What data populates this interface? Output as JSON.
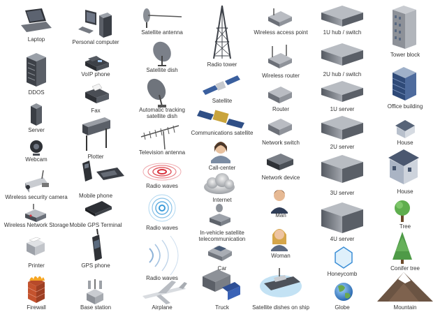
{
  "items": [
    {
      "id": "laptop",
      "label": "Laptop",
      "icon": "laptop-icon"
    },
    {
      "id": "ddos",
      "label": "DDOS",
      "icon": "server-rack-icon"
    },
    {
      "id": "server",
      "label": "Server",
      "icon": "tower-server-icon"
    },
    {
      "id": "webcam",
      "label": "Webcam",
      "icon": "webcam-icon"
    },
    {
      "id": "wireless-security-camera",
      "label": "Wireless security camera",
      "icon": "security-camera-icon"
    },
    {
      "id": "wireless-network-storage",
      "label": "Wireless Network Storage",
      "icon": "network-storage-icon"
    },
    {
      "id": "printer",
      "label": "Printer",
      "icon": "printer-icon"
    },
    {
      "id": "firewall",
      "label": "Firewall",
      "icon": "firewall-icon"
    },
    {
      "id": "personal-computer",
      "label": "Personal computer",
      "icon": "personal-computer-icon"
    },
    {
      "id": "voip-phone",
      "label": "VoIP phone",
      "icon": "voip-phone-icon"
    },
    {
      "id": "fax",
      "label": "Fax",
      "icon": "fax-icon"
    },
    {
      "id": "plotter",
      "label": "Plotter",
      "icon": "plotter-icon"
    },
    {
      "id": "mobile-phone",
      "label": "Mobile phone",
      "icon": "mobile-phone-icon"
    },
    {
      "id": "mobile-gps-terminal",
      "label": "Mobile GPS Terminal",
      "icon": "gps-terminal-icon"
    },
    {
      "id": "gps-phone",
      "label": "GPS phone",
      "icon": "gps-phone-icon"
    },
    {
      "id": "base-station",
      "label": "Base station",
      "icon": "base-station-icon"
    },
    {
      "id": "satellite-antenna",
      "label": "Satellite antenna",
      "icon": "satellite-antenna-icon"
    },
    {
      "id": "satellite-dish",
      "label": "Satellite dish",
      "icon": "satellite-dish-icon"
    },
    {
      "id": "auto-tracking-dish",
      "label": "Automatic tracking satellite dish",
      "label2": "satellite dish",
      "label1": "Automatic tracking",
      "icon": "tracking-dish-icon"
    },
    {
      "id": "television-antenna",
      "label": "Television antenna",
      "icon": "tv-antenna-icon"
    },
    {
      "id": "radio-waves-1",
      "label": "Radio waves",
      "icon": "radio-waves-red-icon"
    },
    {
      "id": "radio-waves-2",
      "label": "Radio waves",
      "icon": "radio-waves-blue-icon"
    },
    {
      "id": "radio-waves-3",
      "label": "Radio waves",
      "icon": "radio-waves-arcs-icon"
    },
    {
      "id": "airplane",
      "label": "Airplane",
      "icon": "airplane-icon"
    },
    {
      "id": "radio-tower",
      "label": "Radio tower",
      "icon": "radio-tower-icon"
    },
    {
      "id": "satellite",
      "label": "Satellite",
      "icon": "satellite-icon"
    },
    {
      "id": "communications-satellite",
      "label": "Communications satellite",
      "icon": "comm-satellite-icon"
    },
    {
      "id": "call-center",
      "label": "Call-center",
      "icon": "call-center-icon"
    },
    {
      "id": "internet",
      "label": "Internet",
      "icon": "cloud-icon"
    },
    {
      "id": "in-vehicle",
      "label1": "In-vehicle satellite",
      "label2": "telecommunication",
      "icon": "in-vehicle-icon"
    },
    {
      "id": "car",
      "label": "Car",
      "icon": "car-icon"
    },
    {
      "id": "truck",
      "label": "Truck",
      "icon": "truck-icon"
    },
    {
      "id": "wireless-access-point",
      "label": "Wireless access point",
      "icon": "access-point-icon"
    },
    {
      "id": "wireless-router",
      "label": "Wireless router",
      "icon": "wireless-router-icon"
    },
    {
      "id": "router",
      "label": "Router",
      "icon": "router-icon"
    },
    {
      "id": "network-switch",
      "label": "Network switch",
      "icon": "switch-icon"
    },
    {
      "id": "network-device",
      "label": "Network device",
      "icon": "network-device-icon"
    },
    {
      "id": "man",
      "label": "Man",
      "icon": "man-icon"
    },
    {
      "id": "woman",
      "label": "Woman",
      "icon": "woman-icon"
    },
    {
      "id": "satellite-dishes-ship",
      "label": "Satellite dishes on ship",
      "icon": "ship-icon"
    },
    {
      "id": "hub-1u",
      "label": "1U hub / switch",
      "icon": "rack-1u-icon"
    },
    {
      "id": "hub-2u",
      "label": "2U hub / switch",
      "icon": "rack-2u-icon"
    },
    {
      "id": "server-1u",
      "label": "1U server",
      "icon": "rack-1u-server-icon"
    },
    {
      "id": "server-2u",
      "label": "2U server",
      "icon": "rack-2u-server-icon"
    },
    {
      "id": "server-3u",
      "label": "3U server",
      "icon": "rack-3u-server-icon"
    },
    {
      "id": "server-4u",
      "label": "4U server",
      "icon": "rack-4u-server-icon"
    },
    {
      "id": "honeycomb",
      "label": "Honeycomb",
      "icon": "hexagon-icon"
    },
    {
      "id": "globe",
      "label": "Globe",
      "icon": "globe-icon"
    },
    {
      "id": "tower-block",
      "label": "Tower block",
      "icon": "tower-block-icon"
    },
    {
      "id": "office-building",
      "label": "Office building",
      "icon": "office-building-icon"
    },
    {
      "id": "house-1",
      "label": "House",
      "icon": "small-house-icon"
    },
    {
      "id": "house-2",
      "label": "House",
      "icon": "house-icon"
    },
    {
      "id": "tree",
      "label": "Tree",
      "icon": "tree-icon"
    },
    {
      "id": "conifer-tree",
      "label": "Conifer tree",
      "icon": "conifer-icon"
    },
    {
      "id": "mountain",
      "label": "Mountain",
      "icon": "mountain-icon"
    }
  ],
  "colors": {
    "dark": "#3a3d44",
    "mid": "#6b7079",
    "light": "#b9bcc2",
    "blue": "#3b6fb6",
    "red": "#d8303a",
    "green": "#5aa85a"
  }
}
